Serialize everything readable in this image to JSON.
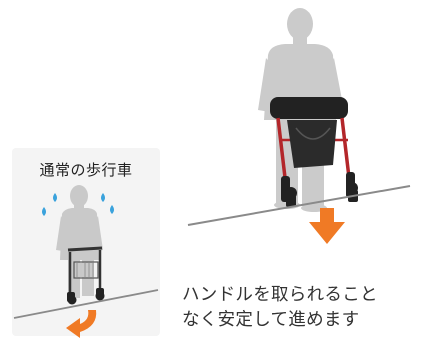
{
  "inset": {
    "title": "通常の歩行車"
  },
  "caption": {
    "line1": "ハンドルを取られること",
    "line2": "なく安定して進めます"
  },
  "colors": {
    "figure": "#cbcbcb",
    "slope_line": "#8a8a8a",
    "arrow": "#f07a25",
    "frame_red": "#b3262a",
    "dark": "#333333",
    "sweat": "#3aa2dc"
  },
  "icons": {
    "main_arrow": "down-arrow-icon",
    "inset_arrow": "curved-arrow-icon",
    "sweat": "sweat-drop-icon"
  }
}
